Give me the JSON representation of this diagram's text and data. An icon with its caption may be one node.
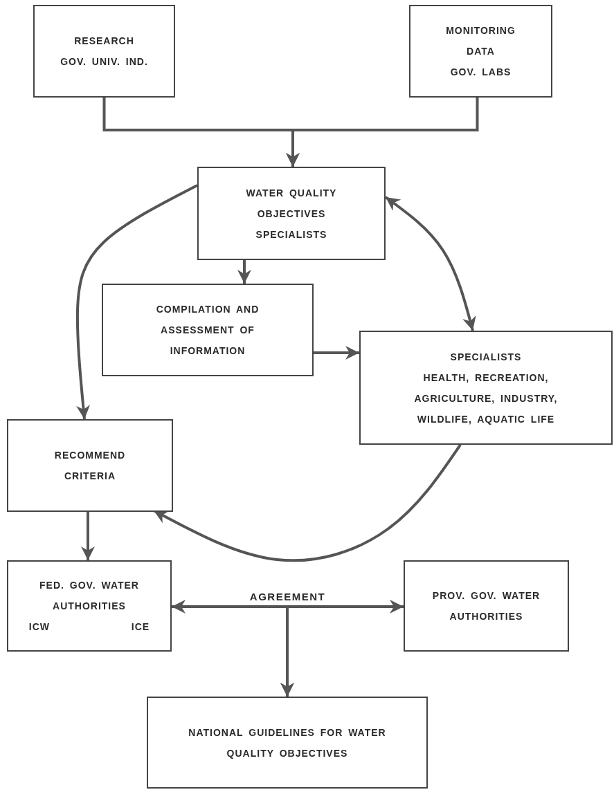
{
  "diagram": {
    "nodes": [
      {
        "text": [
          "RESEARCH",
          "GOV. UNIV. IND."
        ]
      },
      {
        "text": [
          "MONITORING DATA",
          "GOV. LABS"
        ]
      },
      {
        "text": [
          "WATER QUALITY OBJECTIVES SPECIALISTS"
        ]
      },
      {
        "text": [
          "COMPILATION AND ASSESSMENT OF INFORMATION"
        ]
      },
      {
        "text": [
          "SPECIALISTS",
          "HEALTH, RECREATION, AGRICULTURE, INDUSTRY, WILDLIFE, AQUATIC LIFE"
        ]
      },
      {
        "text": [
          "RECOMMEND CRITERIA"
        ]
      },
      {
        "text": [
          "FED. GOV. WATER AUTHORITIES",
          "ICW",
          "ICE"
        ]
      },
      {
        "text": [
          "PROV. GOV. WATER AUTHORITIES"
        ]
      },
      {
        "text": [
          "NATIONAL GUIDELINES FOR WATER QUALITY OBJECTIVES"
        ]
      }
    ],
    "edges": [
      {
        "from": 0,
        "to": 2,
        "arrow": "to"
      },
      {
        "from": 1,
        "to": 2,
        "arrow": "to"
      },
      {
        "from": 2,
        "to": 3,
        "arrow": "to"
      },
      {
        "from": 3,
        "to": 4,
        "arrow": "to"
      },
      {
        "from": 2,
        "to": 5,
        "arrow": "to"
      },
      {
        "from": 2,
        "to": 4,
        "arrow": "both"
      },
      {
        "from": 4,
        "to": 5,
        "arrow": "to"
      },
      {
        "from": 5,
        "to": 6,
        "arrow": "to"
      },
      {
        "from": 6,
        "to": 7,
        "arrow": "both",
        "label": "AGREEMENT"
      },
      {
        "from": 6,
        "to": 8,
        "arrow": "to"
      },
      {
        "from": 7,
        "to": 8,
        "arrow": "to"
      }
    ]
  }
}
